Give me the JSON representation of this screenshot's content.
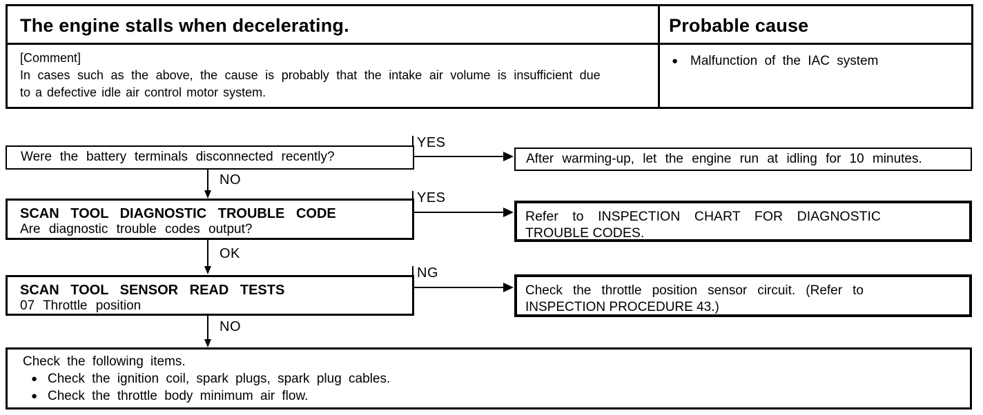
{
  "colors": {
    "ink": "#000000",
    "background": "#ffffff"
  },
  "table": {
    "header": {
      "symptom": "The engine stalls when decelerating.",
      "probable_cause": "Probable cause"
    },
    "comment": {
      "label": "[Comment]",
      "line1": "In cases such as the above, the cause is probably that the intake air volume is insufficient due",
      "line2": "to a defective idle air control motor system."
    },
    "cause": {
      "bullet": "●",
      "text": "Malfunction of the IAC system"
    }
  },
  "flow": {
    "box1": {
      "text": "Were the battery terminals disconnected recently?",
      "branch_label": "YES",
      "down_label": "NO"
    },
    "box2": {
      "title": "SCAN TOOL DIAGNOSTIC TROUBLE CODE",
      "question": "Are diagnostic trouble codes output?",
      "branch_label": "YES",
      "down_label": "OK"
    },
    "box3": {
      "title": "SCAN TOOL SENSOR READ TESTS",
      "subtitle": "07 Throttle position",
      "branch_label": "NG",
      "down_label": "NO"
    },
    "result1": {
      "text": "After warming-up, let the engine run at idling for 10 minutes."
    },
    "result2": {
      "text": "Refer to INSPECTION CHART FOR DIAGNOSTIC TROUBLE CODES."
    },
    "result3": {
      "text": "Check the throttle position sensor circuit. (Refer to INSPECTION PROCEDURE 43.)"
    },
    "final": {
      "line1": "Check the following items.",
      "bullet": "●",
      "item1": "Check the ignition coil, spark plugs, spark plug cables.",
      "item2": "Check the throttle body minimum air flow."
    }
  }
}
